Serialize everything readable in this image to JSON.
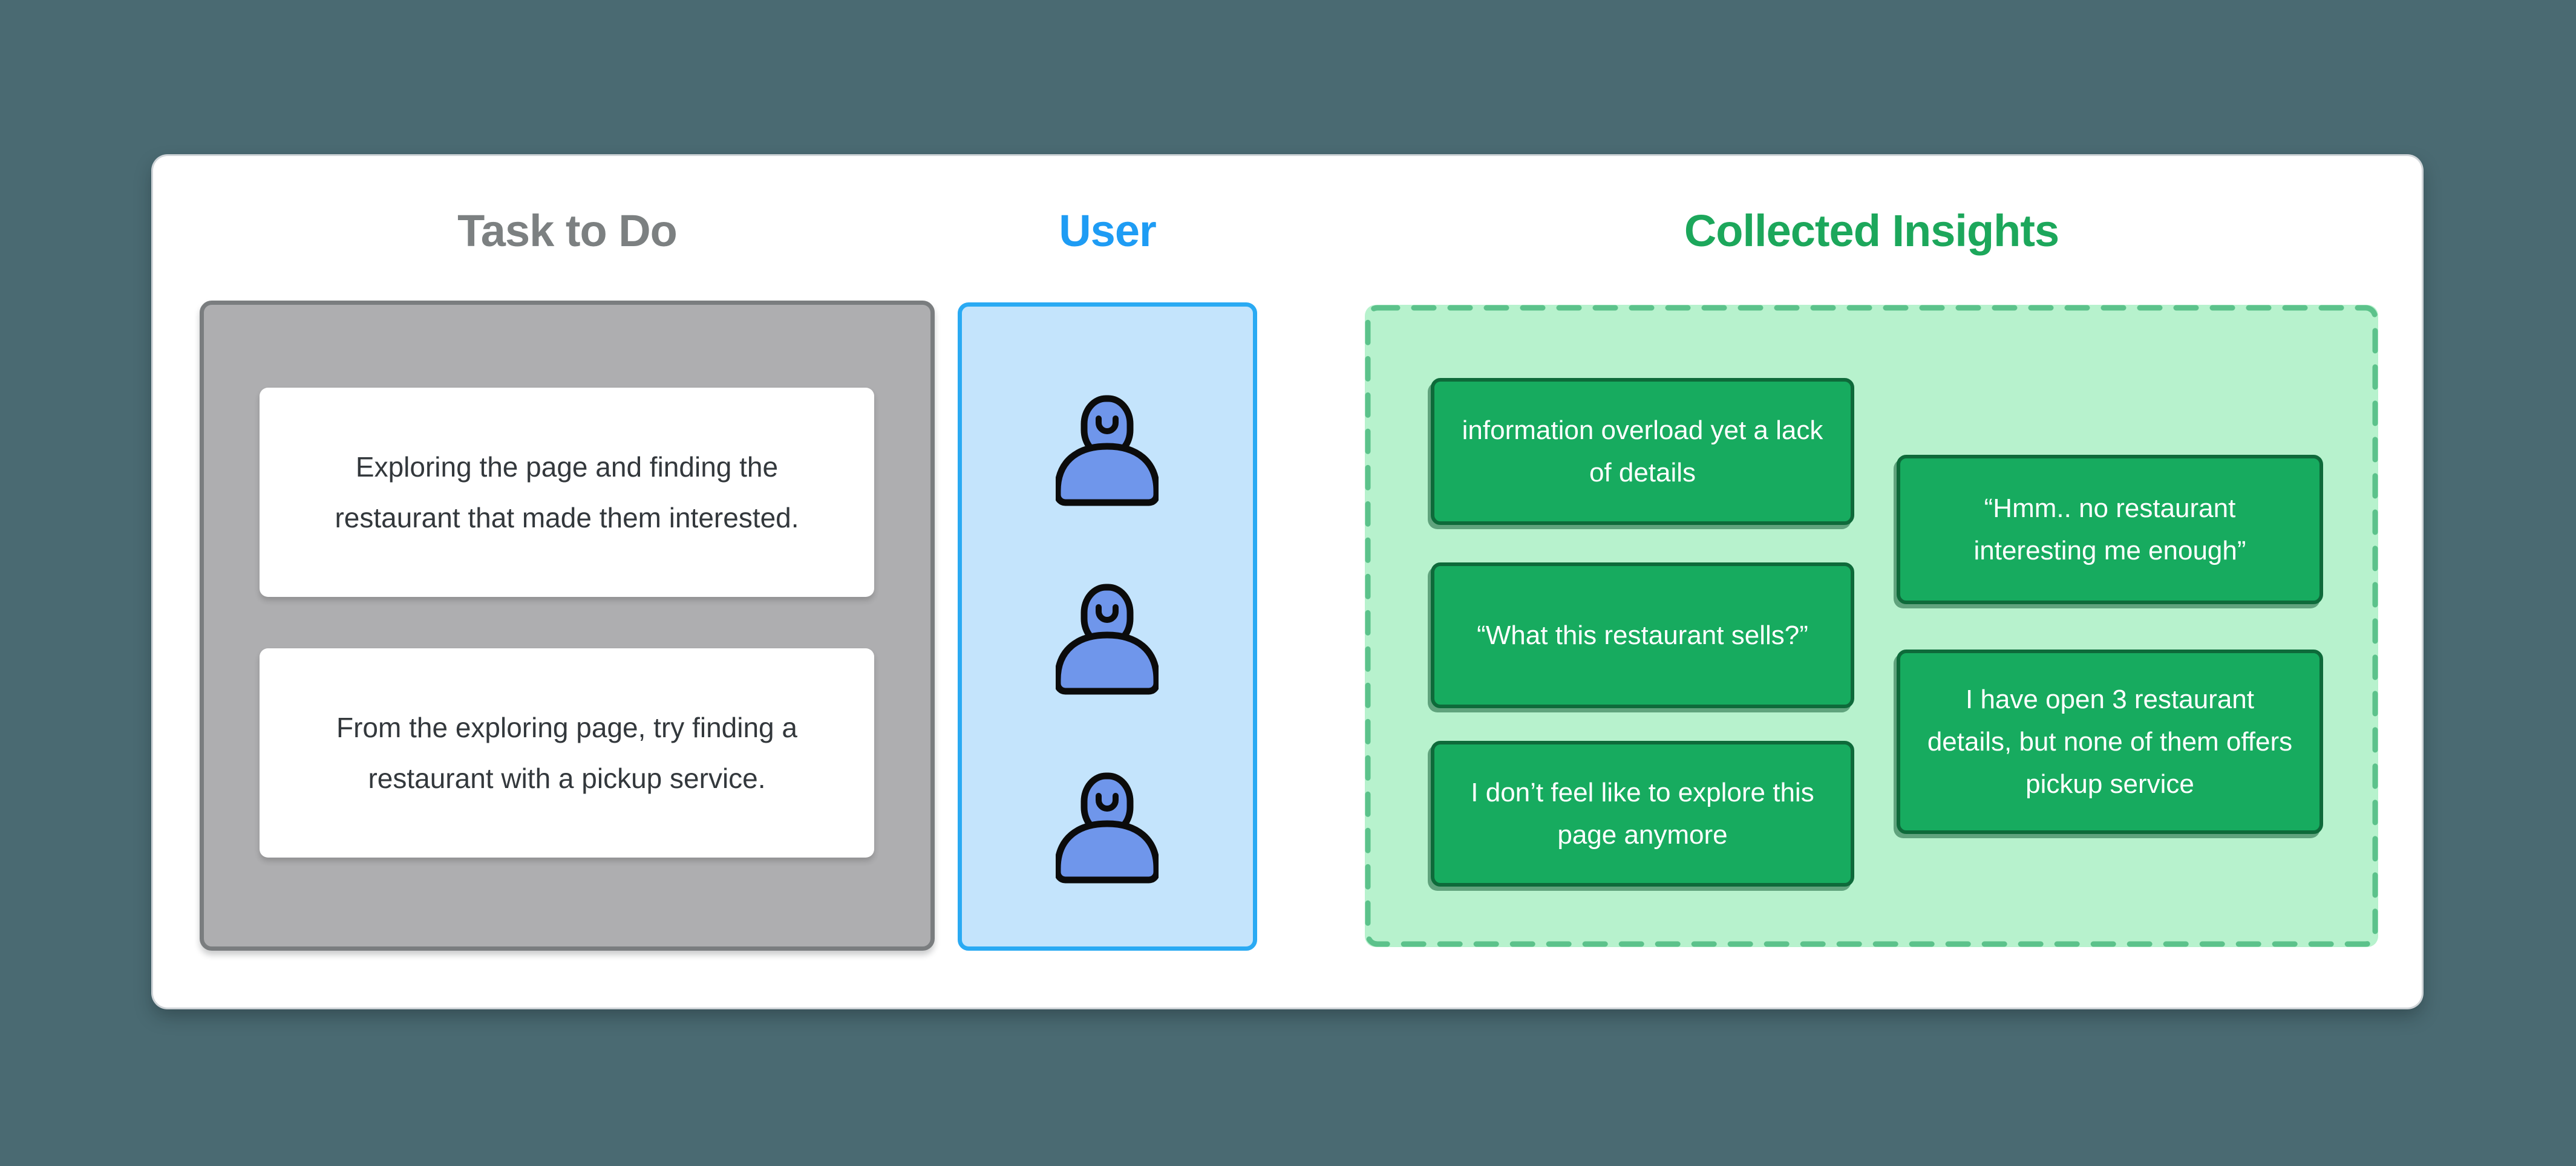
{
  "columns": [
    {
      "id": "tasks",
      "title": "Task to Do"
    },
    {
      "id": "user",
      "title": "User"
    },
    {
      "id": "insights",
      "title": "Collected Insights"
    }
  ],
  "tasks": {
    "cards": [
      {
        "text": "Exploring the page and finding the restaurant that made them interested."
      },
      {
        "text": "From the exploring page, try finding a restaurant with a pickup service."
      }
    ]
  },
  "user": {
    "avatar_icon": "user-avatar-icon",
    "avatar_count": 3
  },
  "insights": {
    "cards": [
      {
        "text": "information overload yet a lack of details"
      },
      {
        "text": "“Hmm.. no restaurant interesting me enough”"
      },
      {
        "text": "“What this restaurant sells?”"
      },
      {
        "text": "I have open 3 restaurant details, but none of them offers pickup service"
      },
      {
        "text": "I don’t feel like to explore this page anymore"
      }
    ]
  },
  "colors": {
    "background": "#4A6A72",
    "surface": "#FFFFFF",
    "tasks_heading": "#7C8081",
    "user_heading": "#1E9CF4",
    "insights_heading": "#1CA75B",
    "tasks_panel_bg": "#AEAEB0",
    "tasks_panel_border": "#7A7D7F",
    "task_card_bg": "#FFFFFF",
    "task_text": "#33383C",
    "user_panel_bg": "#C4E4FC",
    "user_panel_border": "#2AAAF3",
    "avatar_fill": "#6F96EB",
    "avatar_outline": "#0B0B0B",
    "insights_panel_bg": "#B7F2CD",
    "insights_panel_border": "#5CC28B",
    "insight_card_bg": "#17AB5F",
    "insight_card_border": "#0E6A3A",
    "insight_text": "#FFFFFF"
  }
}
